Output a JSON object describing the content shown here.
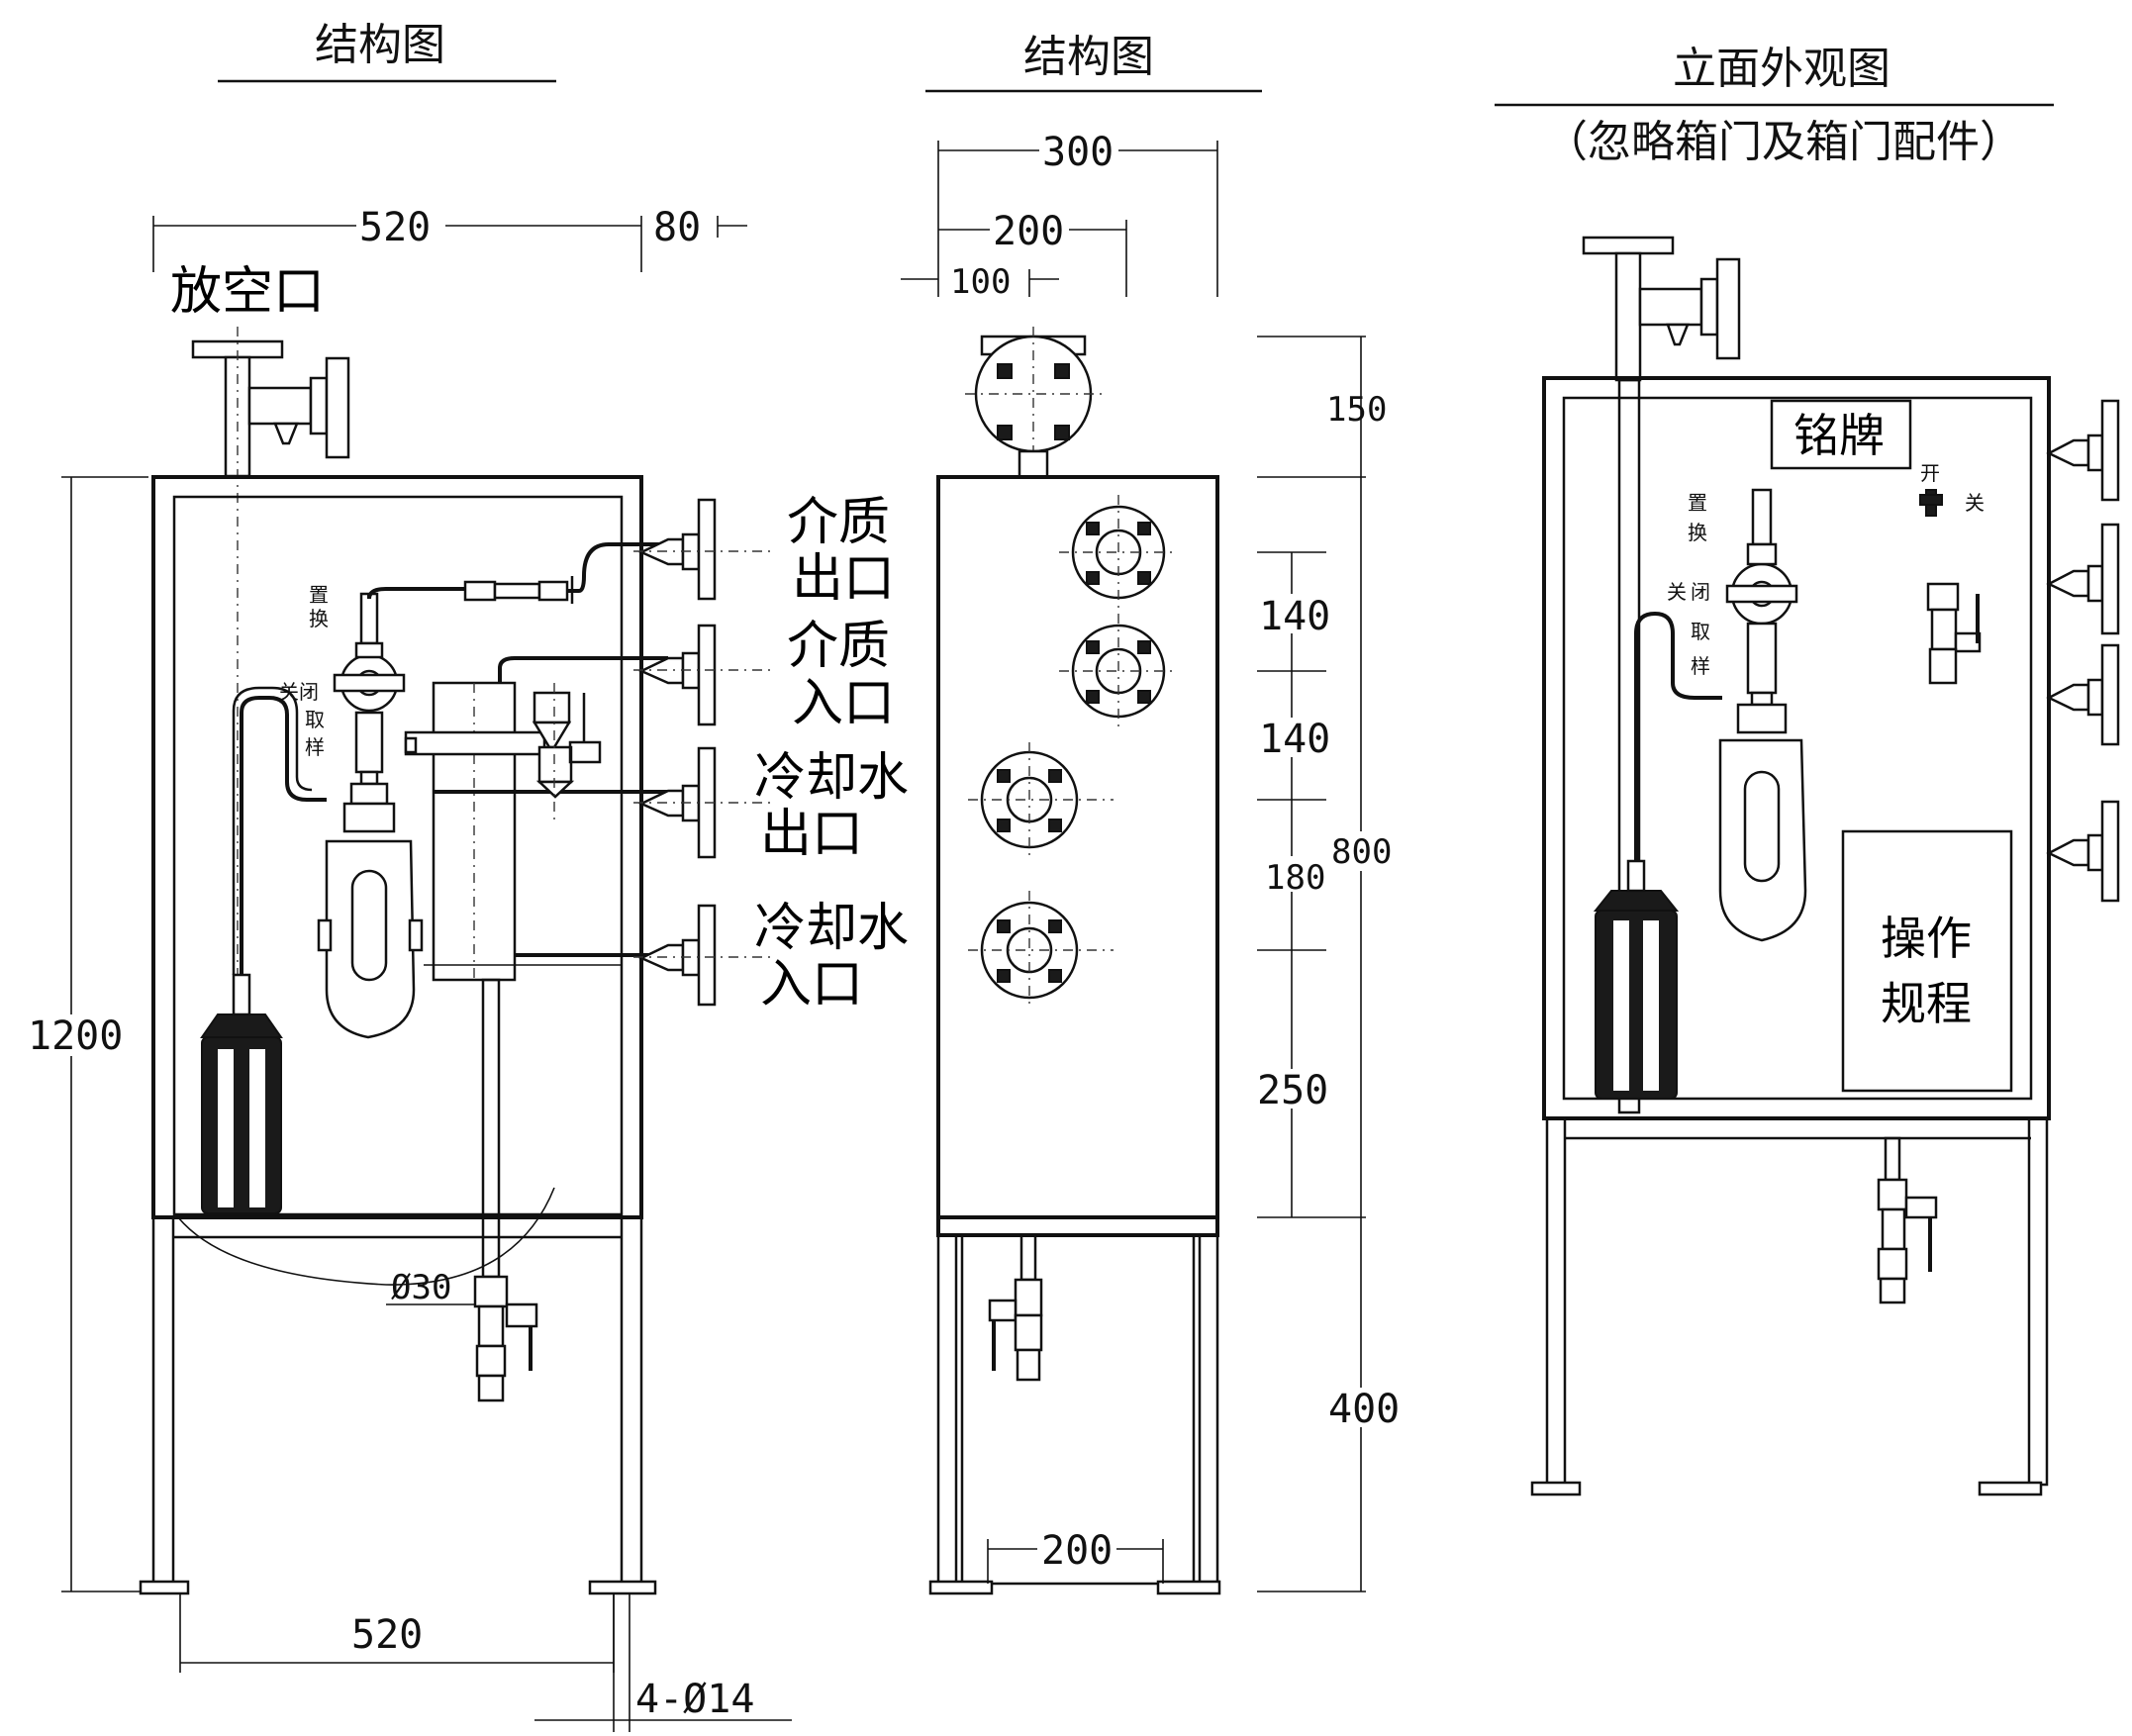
{
  "titles": {
    "left": "结构图",
    "middle": "结构图",
    "right": "立面外观图",
    "right_note": "（忽略箱门及箱门配件）"
  },
  "labels": {
    "vent": "放空口",
    "medium_out_1": "介质",
    "medium_out_2": "出口",
    "medium_in_1": "介质",
    "medium_in_2": "入口",
    "cool_out_1": "冷却水",
    "cool_out_2": "出口",
    "cool_in_1": "冷却水",
    "cool_in_2": "入口",
    "valve_replace": "置换",
    "valve_close": "关闭",
    "valve_sample": "取样",
    "valve_replace_a": "置",
    "valve_replace_b": "换",
    "valve_close_a": "关",
    "valve_close_b": "闭",
    "valve_sample_a": "取",
    "valve_sample_b": "样",
    "right_valve_a": "置",
    "right_valve_b": "换",
    "right_valve_c": "关",
    "right_valve_d": "闭",
    "right_valve_e": "取",
    "right_valve_f": "样",
    "right_top_a": "开",
    "right_top_b": "关",
    "nameplate": "铭牌",
    "procedure_1": "操作",
    "procedure_2": "规程"
  },
  "dimensions": {
    "left_width_top": "520",
    "left_offset": "80",
    "left_height": "1200",
    "left_width_bottom": "520",
    "foot_holes": "4-Ø14",
    "pipe_dia": "Ø30",
    "mid_width_300": "300",
    "mid_width_200": "200",
    "mid_width_100": "100",
    "mid_h_150": "150",
    "mid_h_140a": "140",
    "mid_h_140b": "140",
    "mid_h_180": "180",
    "mid_h_800": "800",
    "mid_h_250": "250",
    "mid_h_400": "400",
    "mid_base_200": "200"
  },
  "colors": {
    "line": "#111111",
    "background": "#ffffff"
  }
}
